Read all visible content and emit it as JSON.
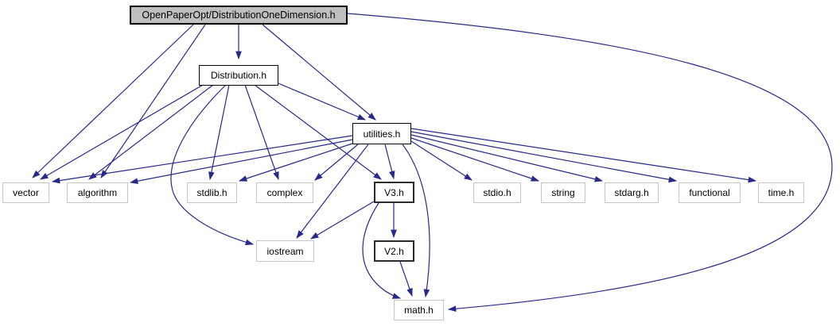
{
  "diagram_type": "include-dependency-graph",
  "colors": {
    "edge": "#28288d",
    "root_fill": "#bfbfbf",
    "node_fill": "#ffffff",
    "documented_border": "#000000",
    "external_border": "#c6c6c6"
  },
  "nodes": {
    "root": {
      "label": "OpenPaperOpt/DistributionOneDimension.h"
    },
    "distribution": {
      "label": "Distribution.h"
    },
    "utilities": {
      "label": "utilities.h"
    },
    "vector": {
      "label": "vector"
    },
    "algorithm": {
      "label": "algorithm"
    },
    "stdlib": {
      "label": "stdlib.h"
    },
    "complex": {
      "label": "complex"
    },
    "v3": {
      "label": "V3.h"
    },
    "stdio": {
      "label": "stdio.h"
    },
    "string": {
      "label": "string"
    },
    "stdarg": {
      "label": "stdarg.h"
    },
    "functional": {
      "label": "functional"
    },
    "time": {
      "label": "time.h"
    },
    "iostream": {
      "label": "iostream"
    },
    "v2": {
      "label": "V2.h"
    },
    "math": {
      "label": "math.h"
    }
  },
  "edges": [
    {
      "from": "root",
      "to": "distribution"
    },
    {
      "from": "root",
      "to": "vector"
    },
    {
      "from": "root",
      "to": "algorithm"
    },
    {
      "from": "root",
      "to": "utilities"
    },
    {
      "from": "root",
      "to": "math"
    },
    {
      "from": "distribution",
      "to": "vector"
    },
    {
      "from": "distribution",
      "to": "algorithm"
    },
    {
      "from": "distribution",
      "to": "stdlib"
    },
    {
      "from": "distribution",
      "to": "complex"
    },
    {
      "from": "distribution",
      "to": "utilities"
    },
    {
      "from": "distribution",
      "to": "v3"
    },
    {
      "from": "distribution",
      "to": "iostream"
    },
    {
      "from": "utilities",
      "to": "vector"
    },
    {
      "from": "utilities",
      "to": "algorithm"
    },
    {
      "from": "utilities",
      "to": "stdlib"
    },
    {
      "from": "utilities",
      "to": "complex"
    },
    {
      "from": "utilities",
      "to": "v3"
    },
    {
      "from": "utilities",
      "to": "iostream"
    },
    {
      "from": "utilities",
      "to": "math"
    },
    {
      "from": "utilities",
      "to": "stdio"
    },
    {
      "from": "utilities",
      "to": "string"
    },
    {
      "from": "utilities",
      "to": "stdarg"
    },
    {
      "from": "utilities",
      "to": "functional"
    },
    {
      "from": "utilities",
      "to": "time"
    },
    {
      "from": "v3",
      "to": "v2"
    },
    {
      "from": "v3",
      "to": "iostream"
    },
    {
      "from": "v3",
      "to": "math"
    },
    {
      "from": "v2",
      "to": "math"
    }
  ]
}
